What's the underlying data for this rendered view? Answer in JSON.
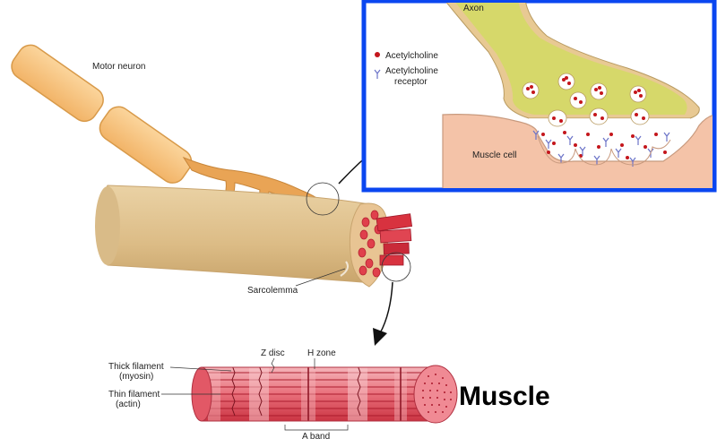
{
  "labels": {
    "motor_neuron": "Motor neuron",
    "sarcolemma": "Sarcolemma",
    "axon": "Axon",
    "acetylcholine": "Acetylcholine",
    "acetylcholine_receptor_line1": "Acetylcholine",
    "acetylcholine_receptor_line2": "receptor",
    "muscle_cell": "Muscle cell",
    "thick_filament_line1": "Thick filament",
    "thick_filament_line2": "(myosin)",
    "thin_filament_line1": "Thin filament",
    "thin_filament_line2": "(actin)",
    "z_disc": "Z disc",
    "h_zone": "H zone",
    "a_band": "A band",
    "muscle": "Muscle"
  },
  "colors": {
    "neuron_fill": "#f7c27e",
    "neuron_stroke": "#d89a4a",
    "muscle_fiber_fill": "#dfc08c",
    "inset_border": "#0a46f0",
    "axon_fill": "#d6d86a",
    "muscle_cell_fill": "#f4c3a8",
    "acetylcholine": "#c4161c",
    "receptor": "#6b73c8",
    "myofibril": "#d73a4a",
    "myofibril_light": "#f2a7ae"
  }
}
